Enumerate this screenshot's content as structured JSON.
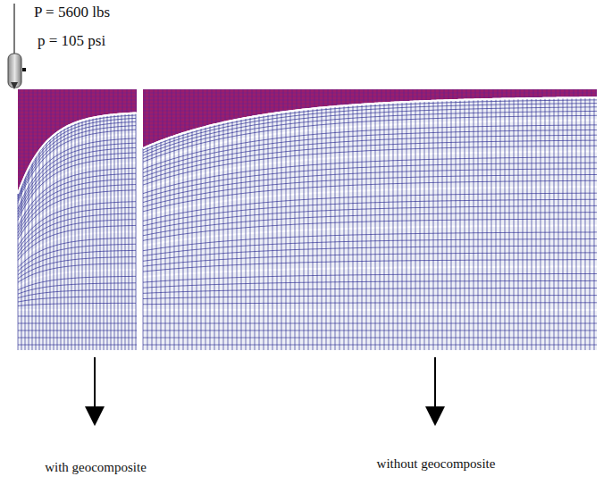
{
  "diagram": {
    "labels": [
      "P = 5600 lbs",
      "p = 105 psi",
      "with geocomposite",
      "without geocomposite"
    ]
  }
}
